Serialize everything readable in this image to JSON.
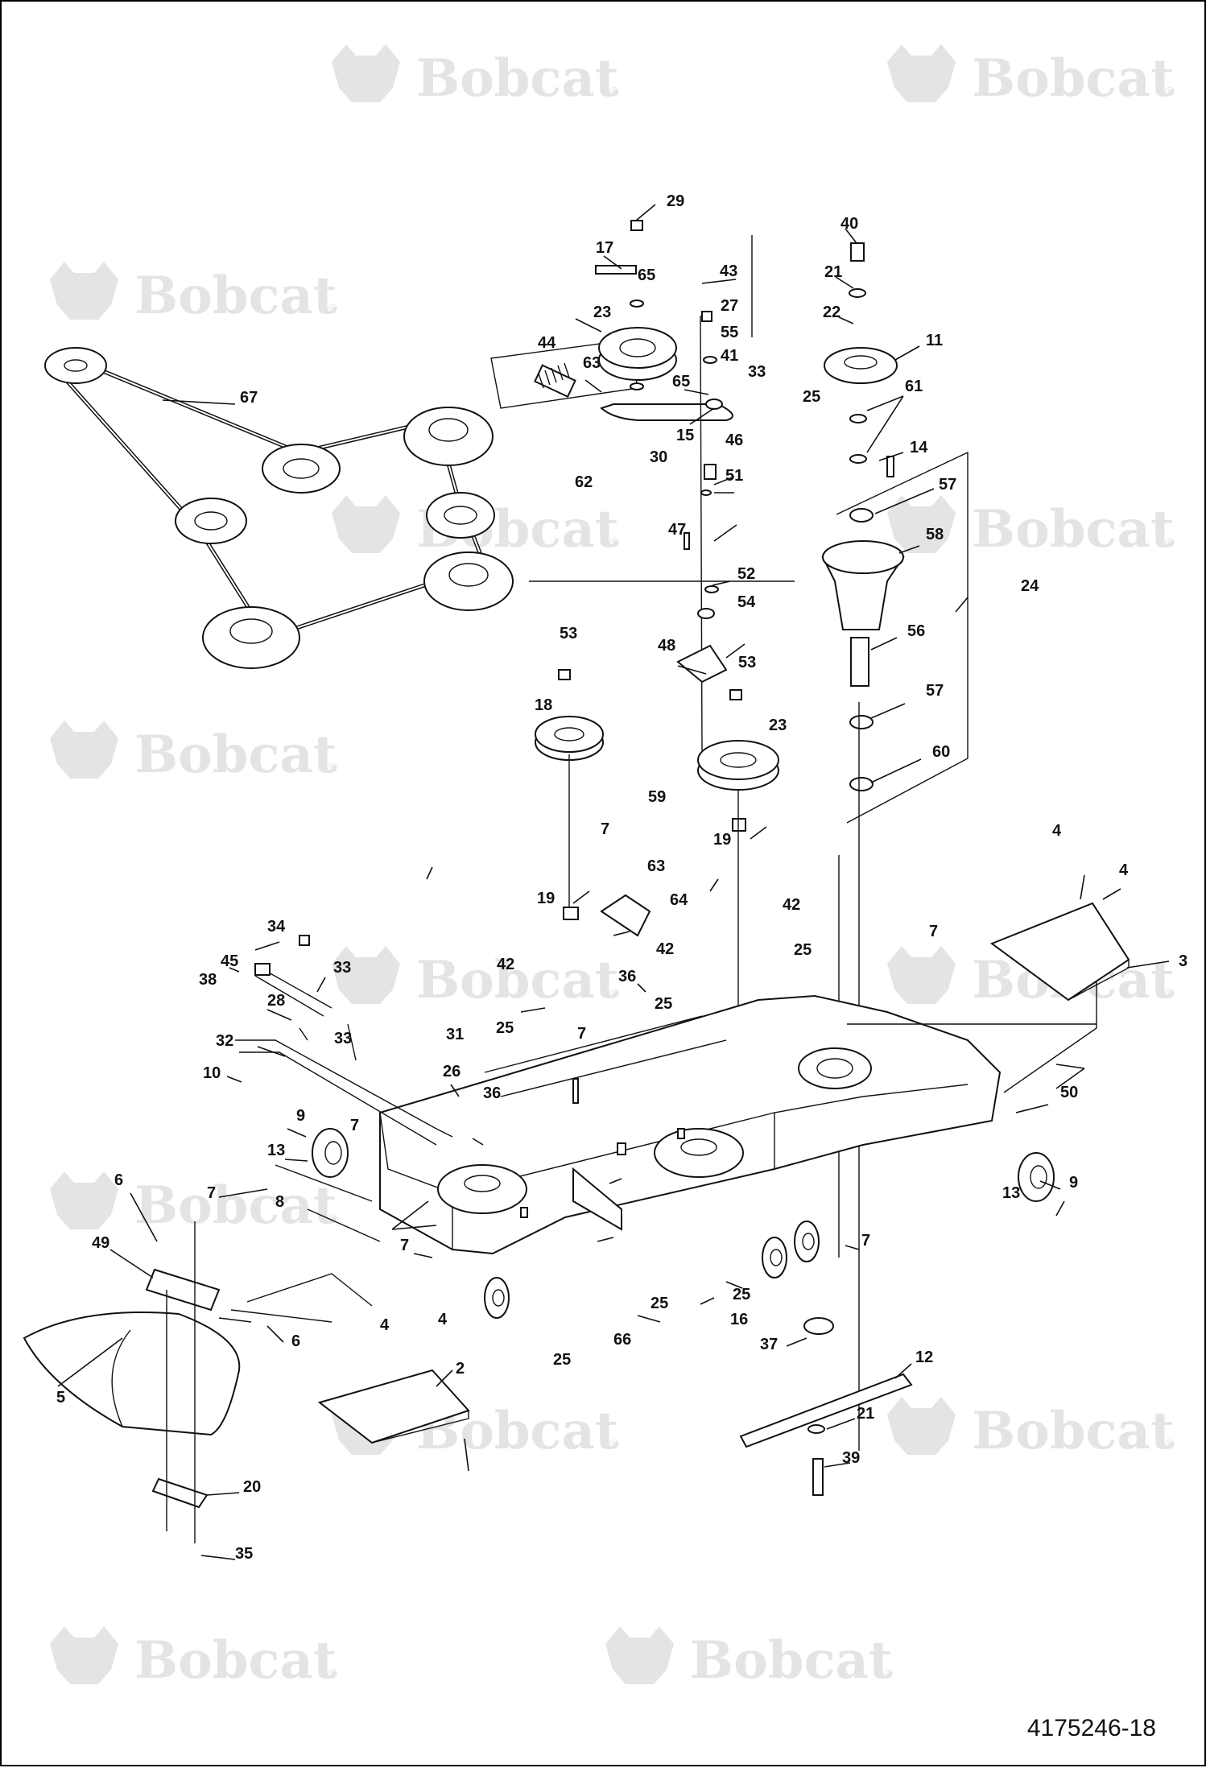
{
  "watermark": {
    "brand_text": "Bobcat",
    "registered_mark": "®",
    "icon": "bobcat-logo-icon"
  },
  "drawing_number": "4175246-18",
  "part_callouts": [
    "2",
    "3",
    "4",
    "5",
    "6",
    "7",
    "8",
    "9",
    "10",
    "11",
    "12",
    "13",
    "14",
    "15",
    "16",
    "17",
    "18",
    "19",
    "20",
    "21",
    "22",
    "23",
    "24",
    "25",
    "26",
    "27",
    "28",
    "29",
    "30",
    "31",
    "32",
    "33",
    "34",
    "35",
    "36",
    "37",
    "38",
    "39",
    "40",
    "41",
    "42",
    "43",
    "44",
    "45",
    "46",
    "47",
    "48",
    "49",
    "50",
    "51",
    "52",
    "53",
    "54",
    "55",
    "56",
    "57",
    "58",
    "59",
    "60",
    "61",
    "62",
    "63",
    "64",
    "65",
    "66",
    "67"
  ]
}
